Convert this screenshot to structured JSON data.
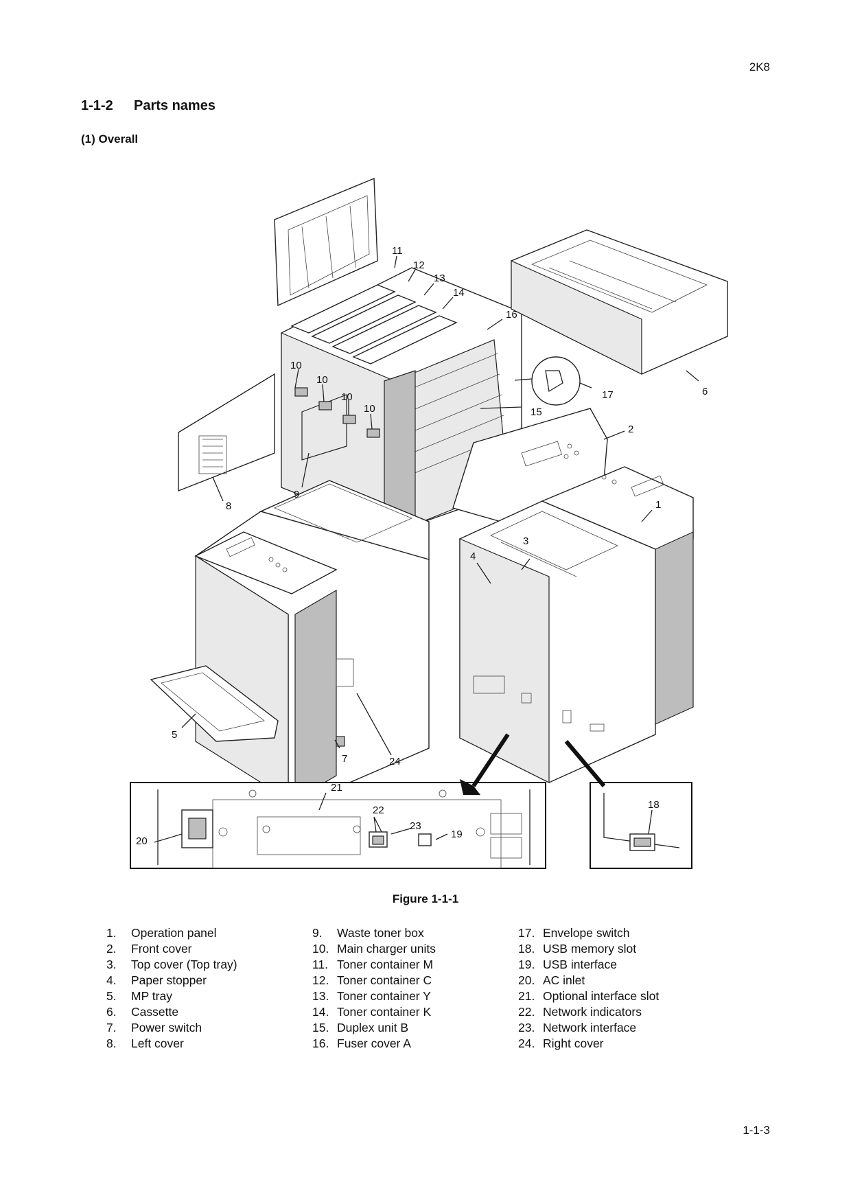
{
  "header": {
    "doc_code": "2K8"
  },
  "section": {
    "number": "1-1-2",
    "title": "Parts names"
  },
  "subsection": {
    "title": "(1) Overall"
  },
  "figure": {
    "caption": "Figure 1-1-1",
    "callouts": [
      "1",
      "2",
      "3",
      "4",
      "5",
      "6",
      "7",
      "8",
      "9",
      "10",
      "11",
      "12",
      "13",
      "14",
      "15",
      "16",
      "17",
      "18",
      "19",
      "20",
      "21",
      "22",
      "23",
      "24"
    ]
  },
  "legend": {
    "columns": [
      [
        {
          "num": "1.",
          "label": "Operation panel"
        },
        {
          "num": "2.",
          "label": "Front cover"
        },
        {
          "num": "3.",
          "label": "Top cover (Top tray)"
        },
        {
          "num": "4.",
          "label": "Paper stopper"
        },
        {
          "num": "5.",
          "label": "MP tray"
        },
        {
          "num": "6.",
          "label": "Cassette"
        },
        {
          "num": "7.",
          "label": "Power switch"
        },
        {
          "num": "8.",
          "label": "Left cover"
        }
      ],
      [
        {
          "num": "9.",
          "label": "Waste toner box"
        },
        {
          "num": "10.",
          "label": "Main charger units"
        },
        {
          "num": "11.",
          "label": "Toner container M"
        },
        {
          "num": "12.",
          "label": "Toner container C"
        },
        {
          "num": "13.",
          "label": "Toner container Y"
        },
        {
          "num": "14.",
          "label": "Toner container K"
        },
        {
          "num": "15.",
          "label": "Duplex unit B"
        },
        {
          "num": "16.",
          "label": "Fuser cover A"
        }
      ],
      [
        {
          "num": "17.",
          "label": "Envelope switch"
        },
        {
          "num": "18.",
          "label": "USB memory slot"
        },
        {
          "num": "19.",
          "label": "USB interface"
        },
        {
          "num": "20.",
          "label": "AC inlet"
        },
        {
          "num": "21.",
          "label": "Optional interface slot"
        },
        {
          "num": "22.",
          "label": "Network indicators"
        },
        {
          "num": "23.",
          "label": "Network interface"
        },
        {
          "num": "24.",
          "label": "Right cover"
        }
      ]
    ]
  },
  "footer": {
    "page_number": "1-1-3"
  }
}
